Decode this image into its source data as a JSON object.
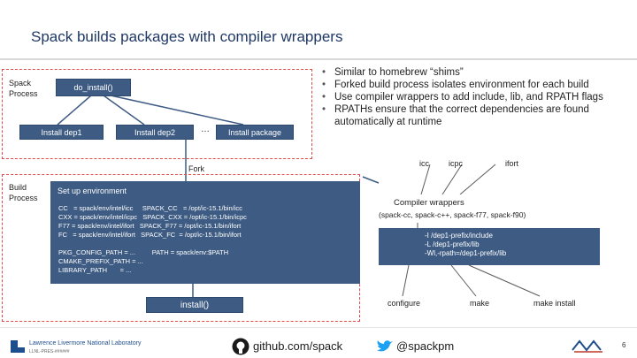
{
  "title": "Spack builds packages with compiler wrappers",
  "labels": {
    "spack_process": [
      "Spack",
      "Process"
    ],
    "build_process": [
      "Build",
      "Process"
    ],
    "fork": "Fork"
  },
  "boxes": {
    "do_install": "do_install()",
    "install_dep1": "Install dep1",
    "install_dep2": "Install dep2",
    "ellipsis": "…",
    "install_package": "Install package",
    "setup_env": "Set up environment",
    "install": "install()"
  },
  "env_lines": [
    "CC   = spack/env/intel/icc     SPACK_CC   = /opt/ic-15.1/bin/icc",
    "CXX = spack/env/intel/icpc   SPACK_CXX = /opt/ic-15.1/bin/icpc",
    "F77 = spack/env/intel/ifort   SPACK_F77 = /opt/ic-15.1/bin/ifort",
    "FC   = spack/env/intel/ifort   SPACK_FC  = /opt/ic-15.1/bin/ifort"
  ],
  "path_lines": [
    "PKG_CONFIG_PATH = ...         PATH = spack/env:$PATH",
    "CMAKE_PREFIX_PATH = ...",
    "LIBRARY_PATH       = ..."
  ],
  "bullets": [
    "Similar to homebrew “shims”",
    "Forked build process isolates environment for each build",
    "Use compiler wrappers to add include, lib, and RPATH flags",
    "RPATHs ensure that the correct dependencies are found automatically at runtime"
  ],
  "compilers": [
    "icc",
    "icpc",
    "ifort"
  ],
  "wrappers": {
    "title": "Compiler wrappers",
    "subtitle": "(spack-cc, spack-c++, spack-f77, spack-f90)",
    "flags": [
      "-I /dep1-prefix/include",
      "-L /dep1-prefix/lib",
      "-Wl,-rpath=/dep1-prefix/lib"
    ]
  },
  "steps": [
    "configure",
    "make",
    "make install"
  ],
  "footer": {
    "llnl": "Lawrence Livermore National Laboratory",
    "llnl_sub": "LLNL-PRES-######",
    "github": "github.com/spack",
    "twitter": "@spackpm",
    "page": "6"
  },
  "colors": {
    "box": "#3e5c83",
    "dashed": "#e04a4a",
    "title": "#1f3864"
  }
}
